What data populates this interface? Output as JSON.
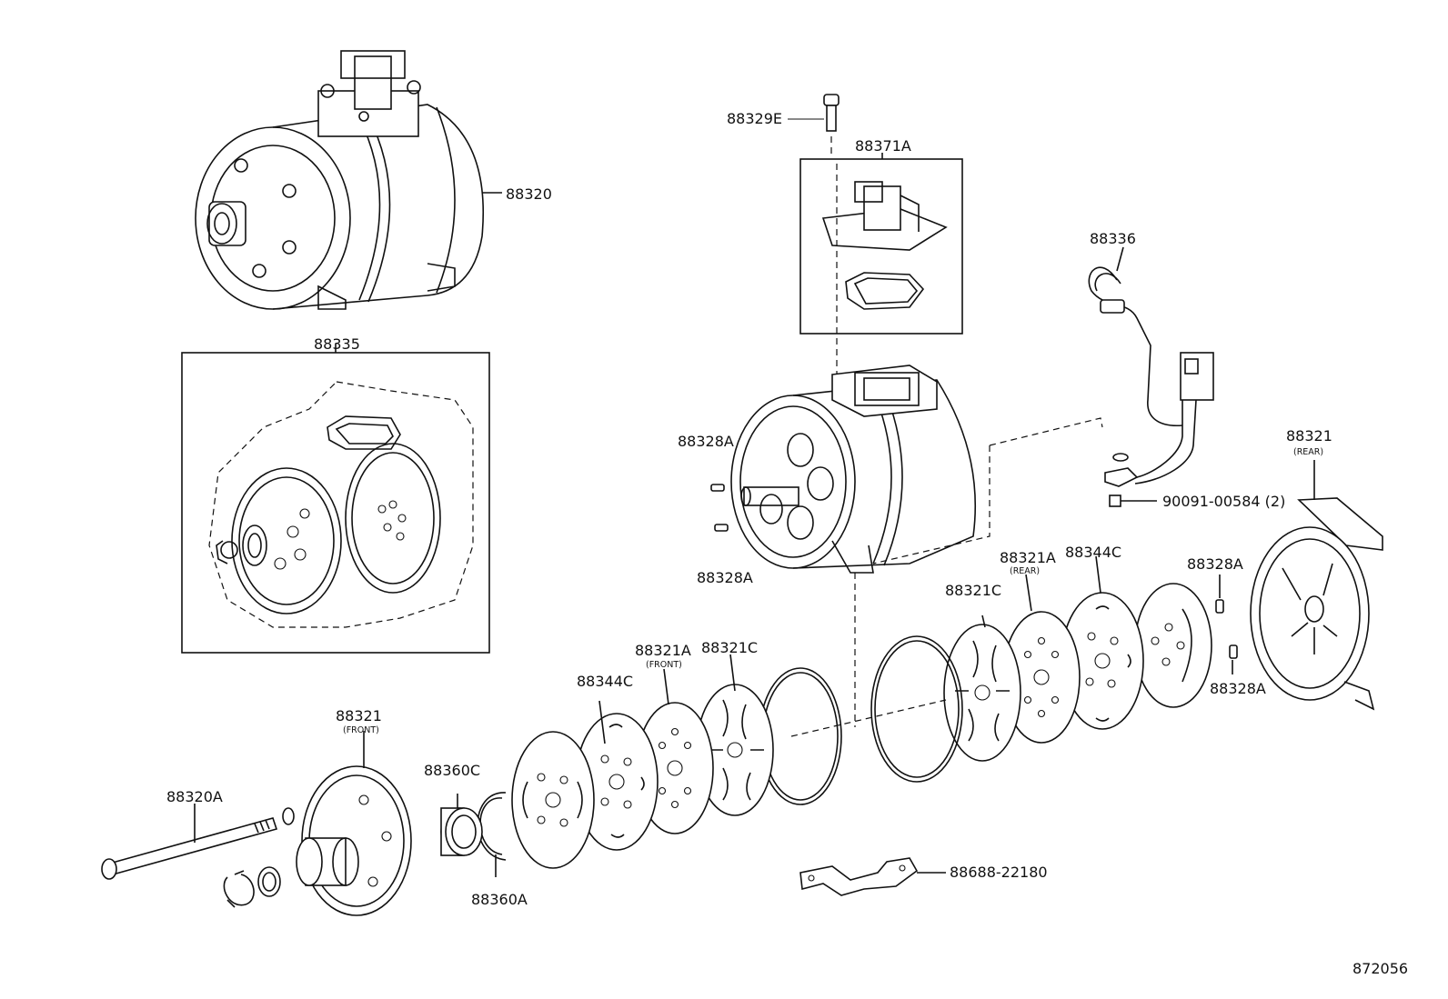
{
  "diagram": {
    "figure_number": "872056",
    "labels": {
      "p88320": "88320",
      "p88329E": "88329E",
      "p88371A": "88371A",
      "p88336": "88336",
      "p88335": "88335",
      "p88328A_1": "88328A",
      "p88328A_2": "88328A",
      "p90091": "90091-00584 (2)",
      "p88321_rear": "88321",
      "p88321_rear_sub": "(REAR)",
      "p88321A_rear": "88321A",
      "p88321A_rear_sub": "(REAR)",
      "p88344C_rear": "88344C",
      "p88321C_rear": "88321C",
      "p88328A_3": "88328A",
      "p88328A_4": "88328A",
      "p88321A_front": "88321A",
      "p88321A_front_sub": "(FRONT)",
      "p88321C_front": "88321C",
      "p88344C_front": "88344C",
      "p88321_front": "88321",
      "p88321_front_sub": "(FRONT)",
      "p88360C": "88360C",
      "p88320A": "88320A",
      "p88360A": "88360A",
      "p88688": "88688-22180"
    }
  }
}
